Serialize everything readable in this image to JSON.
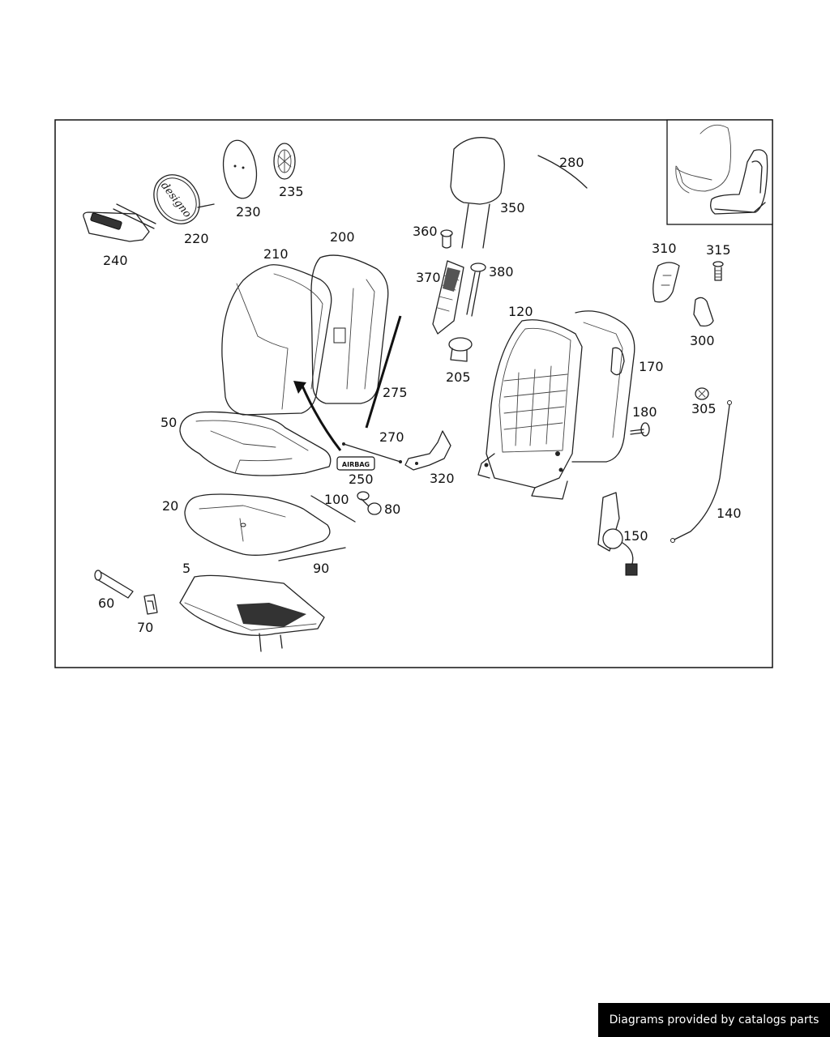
{
  "diagram": {
    "callouts": {
      "p5": "5",
      "p20": "20",
      "p50": "50",
      "p60": "60",
      "p70": "70",
      "p80": "80",
      "p90": "90",
      "p100": "100",
      "p120": "120",
      "p140": "140",
      "p150": "150",
      "p170": "170",
      "p180": "180",
      "p200": "200",
      "p205": "205",
      "p210": "210",
      "p220": "220",
      "p230": "230",
      "p235": "235",
      "p240": "240",
      "p250": "250",
      "p270": "270",
      "p275": "275",
      "p280": "280",
      "p300": "300",
      "p305": "305",
      "p310": "310",
      "p315": "315",
      "p320": "320",
      "p350": "350",
      "p360": "360",
      "p370": "370",
      "p380": "380"
    },
    "labels": {
      "designo": "designo",
      "airbag": "AIRBAG"
    }
  },
  "footer": {
    "text": "Diagrams provided by catalogs parts"
  }
}
